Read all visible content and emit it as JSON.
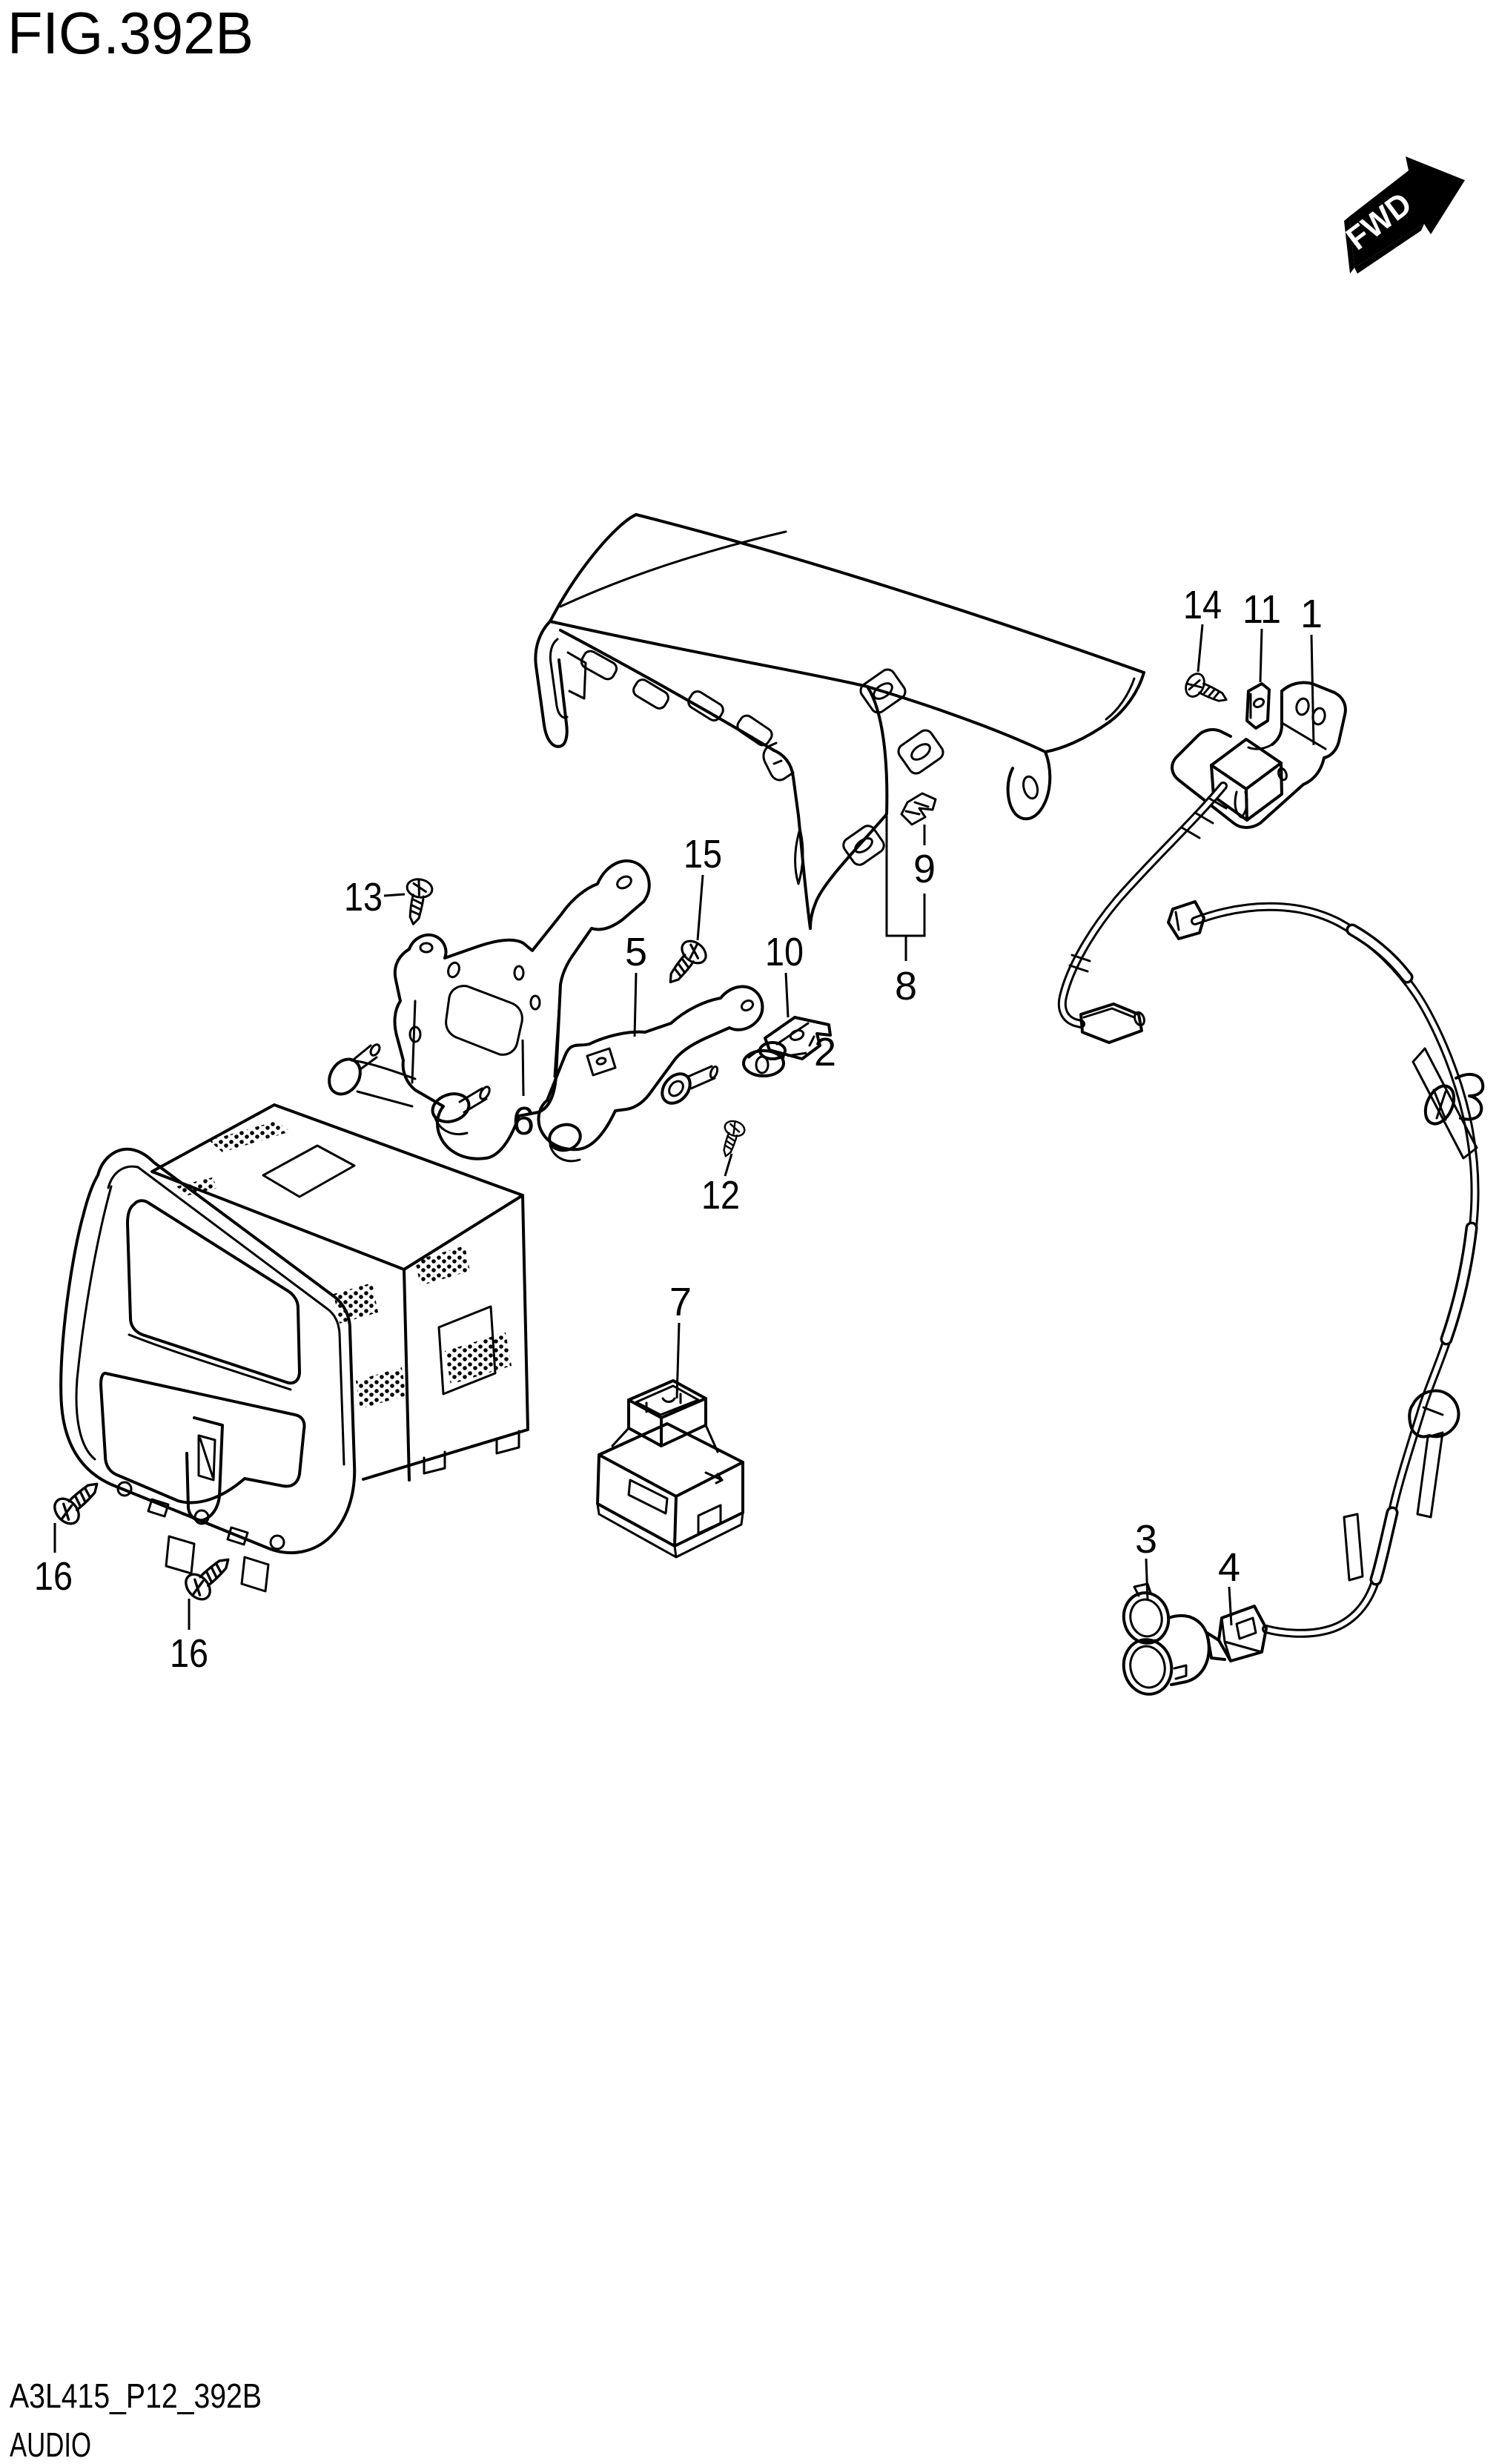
{
  "figure": {
    "title": "FIG.392B",
    "direction_label": "FWD"
  },
  "footer": {
    "code": "A3L415_P12_392B",
    "caption": "AUDIO"
  },
  "colors": {
    "line": "#000000",
    "background": "#ffffff",
    "arrow_fill": "#000000",
    "arrow_label": "#ffffff"
  },
  "callouts": {
    "c1": {
      "label": "1"
    },
    "c2": {
      "label": "2"
    },
    "c3": {
      "label": "3"
    },
    "c4": {
      "label": "4"
    },
    "c5": {
      "label": "5"
    },
    "c6": {
      "label": "6"
    },
    "c7": {
      "label": "7"
    },
    "c8": {
      "label": "8"
    },
    "c9": {
      "label": "9"
    },
    "c10": {
      "label": "10"
    },
    "c11": {
      "label": "11"
    },
    "c12": {
      "label": "12"
    },
    "c13": {
      "label": "13"
    },
    "c14": {
      "label": "14"
    },
    "c15": {
      "label": "15"
    },
    "c16a": {
      "label": "16"
    },
    "c16b": {
      "label": "16"
    }
  }
}
